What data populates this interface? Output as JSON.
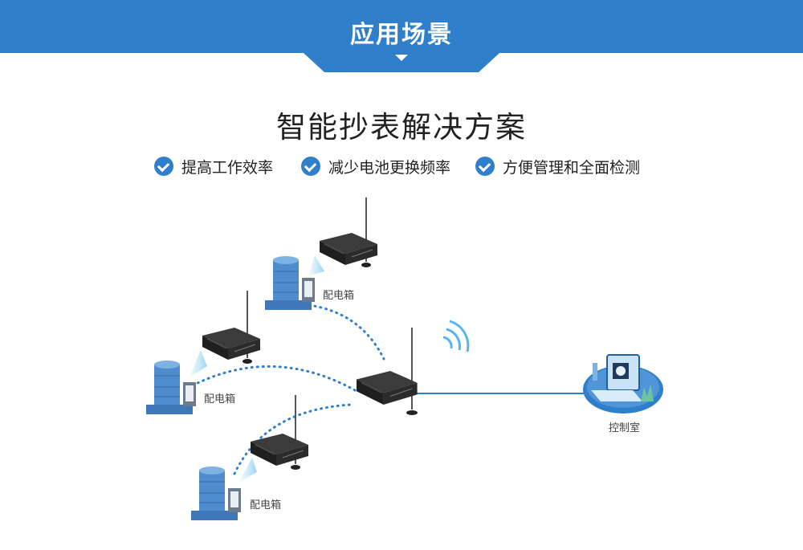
{
  "header": {
    "title": "应用场景",
    "color": "#2f7fcb"
  },
  "main": {
    "title": "智能抄表解决方案"
  },
  "features": [
    {
      "label": "提高工作效率",
      "icon": "check-circle-icon"
    },
    {
      "label": "减少电池更换频率",
      "icon": "check-circle-icon"
    },
    {
      "label": "方便管理和全面检测",
      "icon": "check-circle-icon"
    }
  ],
  "diagram": {
    "distribution_boxes": [
      {
        "label": "配电箱"
      },
      {
        "label": "配电箱"
      },
      {
        "label": "配电箱"
      }
    ],
    "control_room": {
      "label": "控制室"
    }
  }
}
